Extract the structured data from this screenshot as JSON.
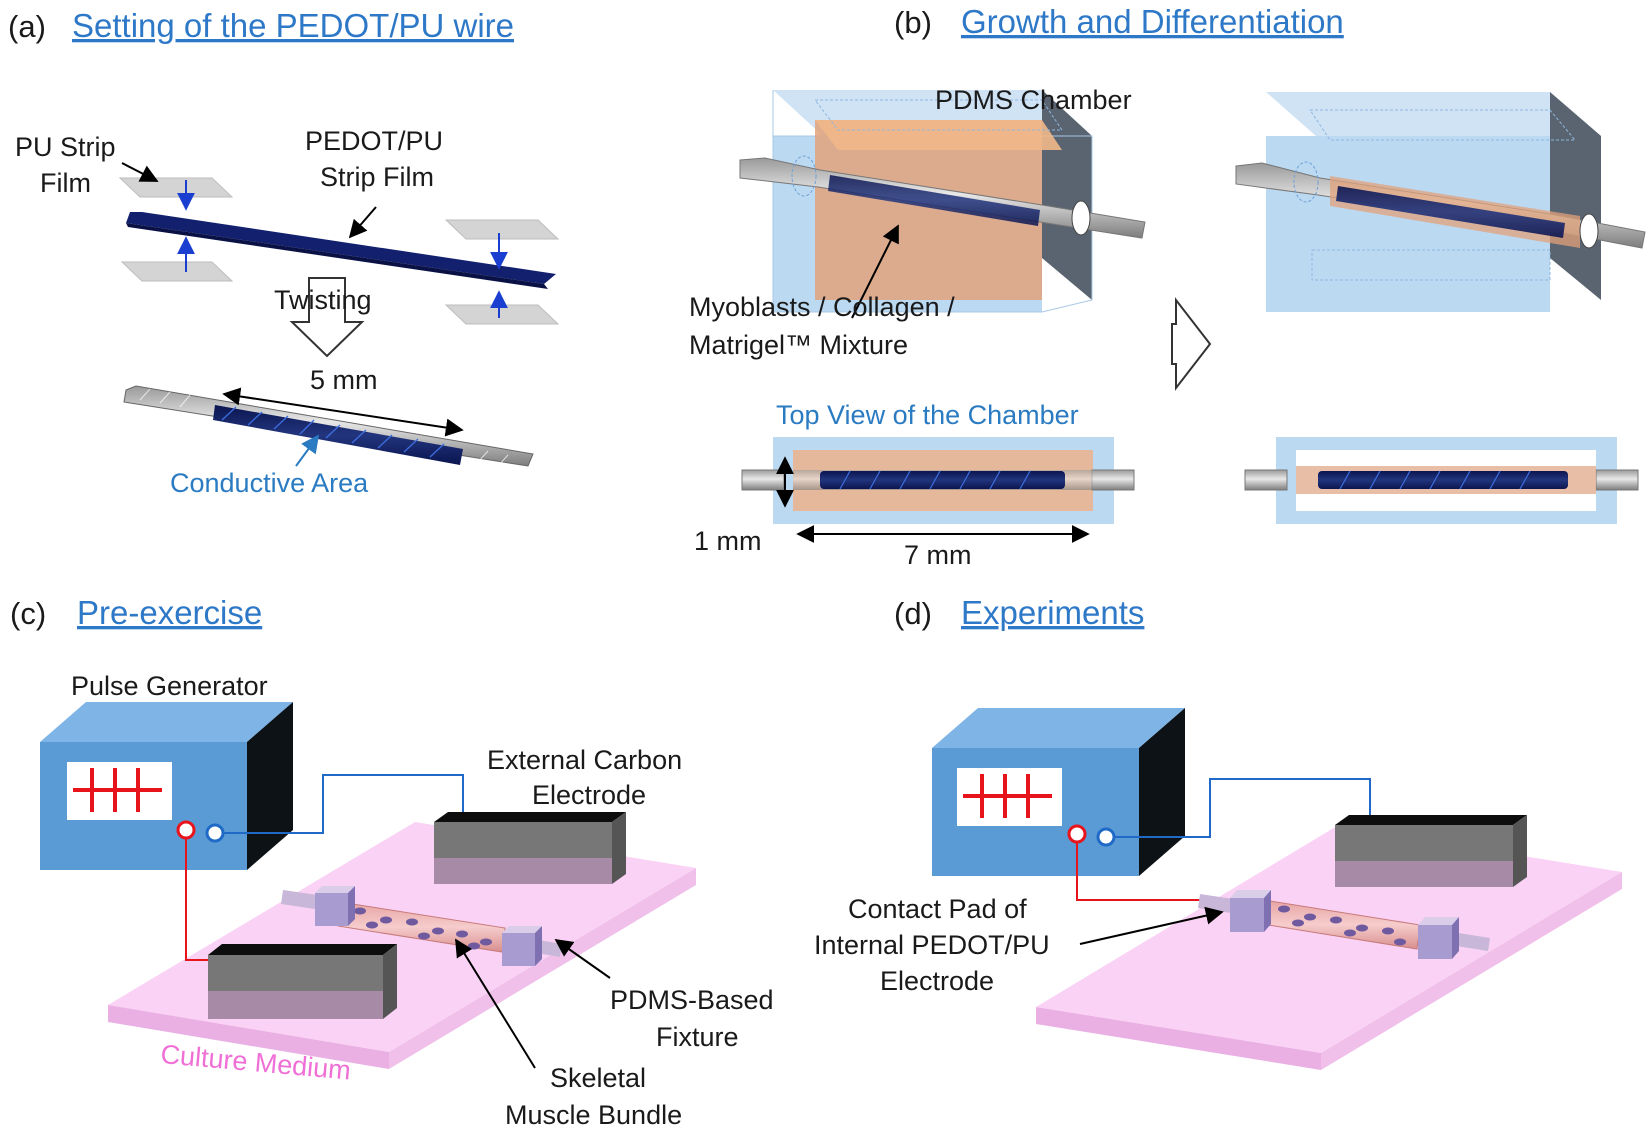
{
  "panels": {
    "a": {
      "label": "(a)",
      "title": "Setting of the PEDOT/PU wire"
    },
    "b": {
      "label": "(b)",
      "title": "Growth and Differentiation"
    },
    "c": {
      "label": "(c)",
      "title": "Pre-exercise"
    },
    "d": {
      "label": "(d)",
      "title": "Experiments"
    }
  },
  "labels_a": {
    "pu_strip_1": "PU Strip",
    "pu_strip_2": "Film",
    "pedot_strip_1": "PEDOT/PU",
    "pedot_strip_2": "Strip Film",
    "twisting": "Twisting",
    "length": "5 mm",
    "conductive_area": "Conductive Area"
  },
  "labels_b": {
    "pdms_chamber": "PDMS Chamber",
    "mixture_1": "Myoblasts / Collagen /",
    "mixture_2": "Matrigel™ Mixture",
    "top_view": "Top View of the Chamber",
    "width": "1 mm",
    "length": "7 mm"
  },
  "labels_c": {
    "pulse_generator": "Pulse Generator",
    "external_1": "External Carbon",
    "external_2": "Electrode",
    "fixture_1": "PDMS-Based",
    "fixture_2": "Fixture",
    "muscle_1": "Skeletal",
    "muscle_2": "Muscle Bundle",
    "medium": "Culture Medium"
  },
  "labels_d": {
    "contact_1": "Contact Pad of",
    "contact_2": "Internal PEDOT/PU",
    "contact_3": "Electrode"
  },
  "colors": {
    "title_blue": "#2e78c8",
    "label_blue": "#2b7bc2",
    "medium_pink": "#f06fd6",
    "pdms_blue": "#bcd9f2",
    "pedot_navy": "#12206e",
    "gel_orange": "#e0a07a",
    "generator_blue": "#5b9bd5",
    "pulse_red": "#e8141c"
  }
}
